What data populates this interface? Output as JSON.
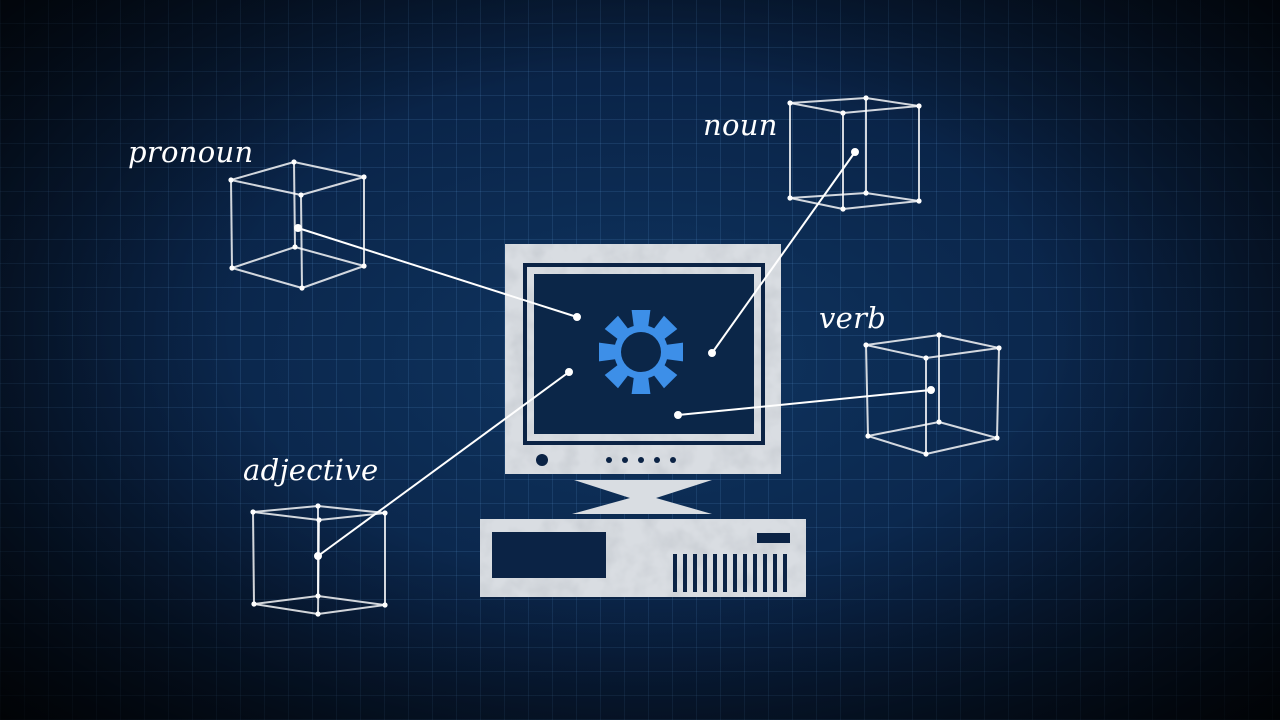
{
  "labels": {
    "pronoun": "pronoun",
    "noun": "noun",
    "verb": "verb",
    "adjective": "adjective"
  },
  "icons": {
    "computer": "computer-icon",
    "gear": "gear-icon",
    "cube": "wireframe-cube-icon"
  },
  "colors": {
    "background": "#0a2448",
    "grid": "#5a96d2",
    "line": "#ffffff",
    "gear": "#3d8fe8",
    "computer": "#d6dbe0"
  }
}
